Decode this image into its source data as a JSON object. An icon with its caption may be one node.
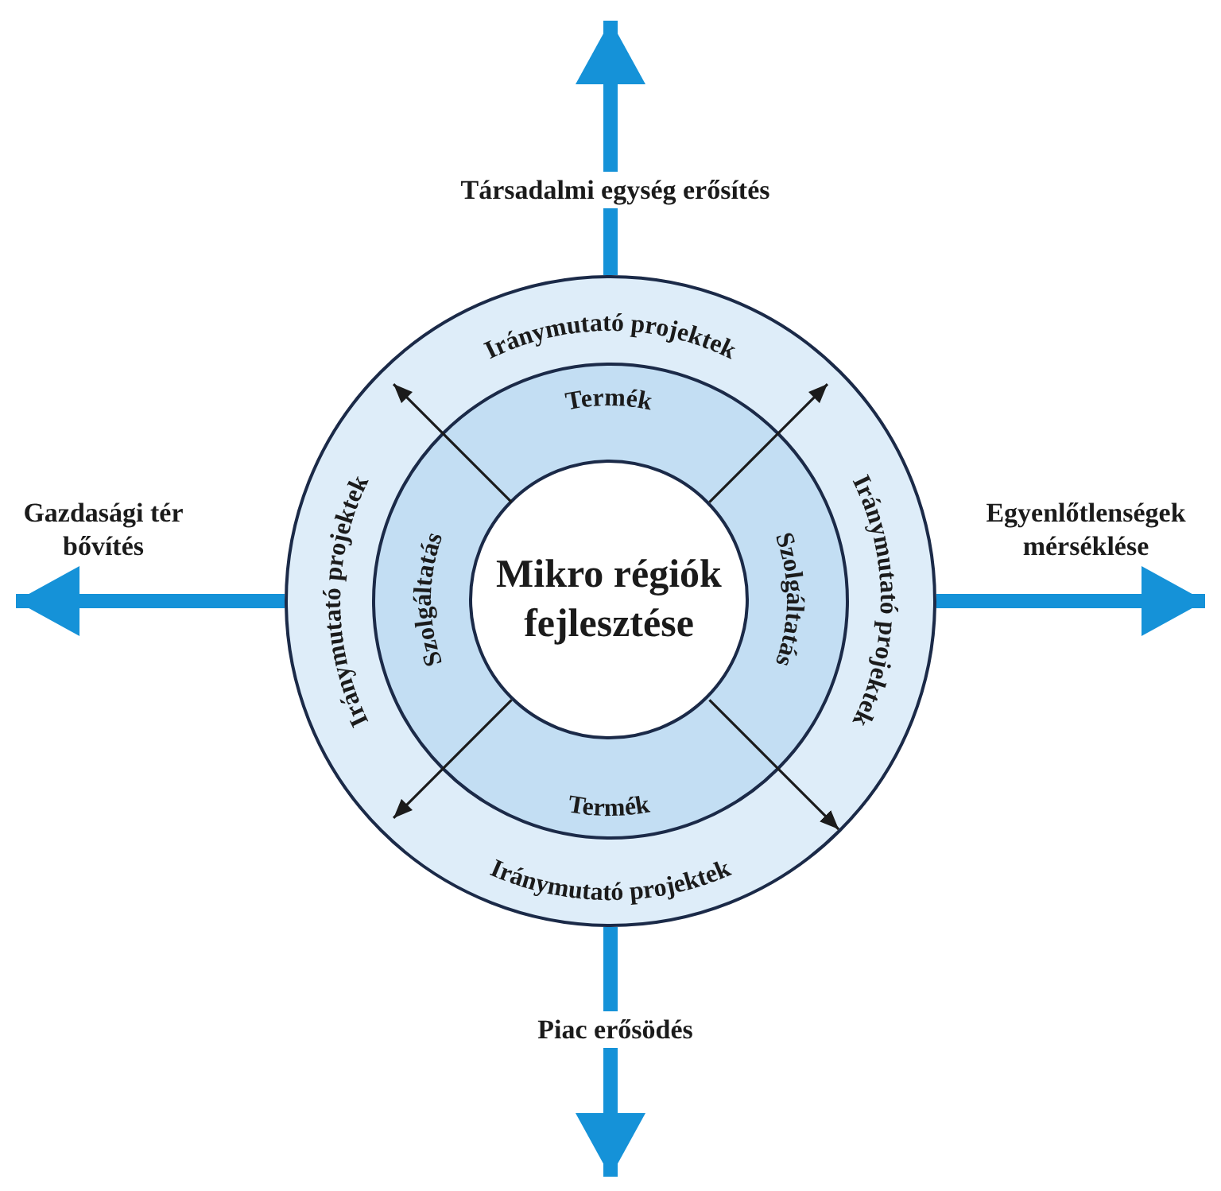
{
  "diagram": {
    "nodes": [
      {
        "text": [
          "Iránymutató projektek",
          "Iránymutató projektek",
          "Iránymutató projektek",
          "Iránymutató projektek"
        ]
      },
      {
        "text": [
          "Termék",
          "Szolgáltatás",
          "Szolgáltatás",
          "Termék"
        ],
        "in": 0
      },
      {
        "text": [
          "Mikro régiók fejlesztése"
        ],
        "in": 1
      }
    ],
    "edges": [
      {
        "from": 0,
        "to": null,
        "arrow": "to",
        "label": "Társadalmi egység erősítés",
        "style": "thick",
        "color": "#1592d8"
      },
      {
        "from": 0,
        "to": null,
        "arrow": "to",
        "label": "Gazdasági tér bővítés",
        "style": "thick",
        "color": "#1592d8"
      },
      {
        "from": 0,
        "to": null,
        "arrow": "to",
        "label": "Egyenlőtlenségek mérséklése",
        "style": "thick",
        "color": "#1592d8"
      },
      {
        "from": 0,
        "to": null,
        "arrow": "to",
        "label": "Piac erősödés",
        "style": "thick",
        "color": "#1592d8"
      },
      {
        "from": 2,
        "to": 0,
        "arrow": "to",
        "color": "#1b1b1b"
      },
      {
        "from": 2,
        "to": 0,
        "arrow": "to",
        "color": "#1b1b1b"
      },
      {
        "from": 2,
        "to": 0,
        "arrow": "to",
        "color": "#1b1b1b"
      },
      {
        "from": 2,
        "to": 0,
        "arrow": "to",
        "color": "#1b1b1b"
      }
    ]
  }
}
